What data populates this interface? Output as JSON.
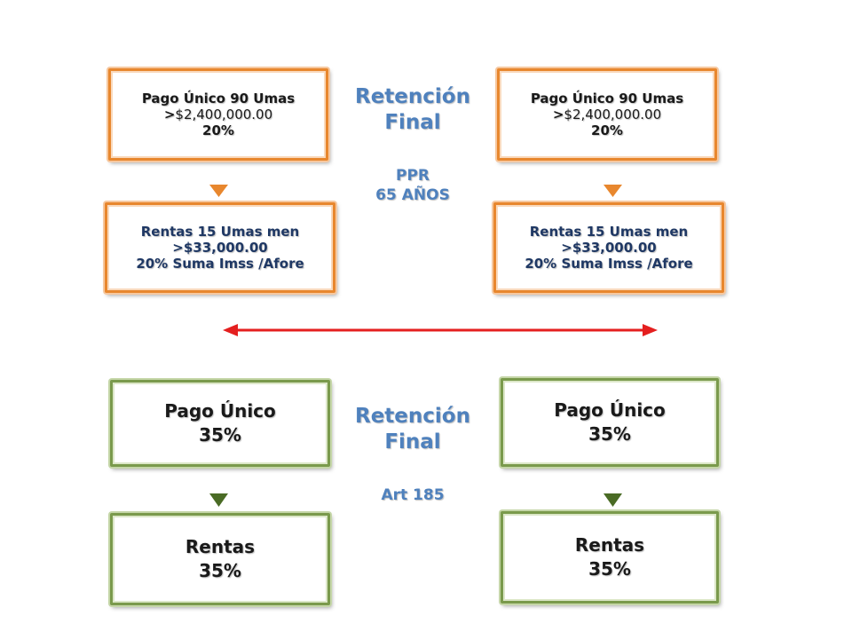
{
  "colors": {
    "orange_border": "#E8872E",
    "green_border": "#7A9A4C",
    "blue_text": "#4F81BD",
    "red_arrow": "#E41F1F",
    "dark_blue_text": "#1F3864"
  },
  "top_section": {
    "center_title_line1": "Retención",
    "center_title_line2": "Final",
    "center_sub_line1": "PPR",
    "center_sub_line2": "65 AÑOS",
    "left_top_box": {
      "line1": "Pago Único  90 Umas",
      "line2_prefix": ">",
      "line2_value": "$2,400,000.00",
      "line3": "20%"
    },
    "right_top_box": {
      "line1": "Pago Único  90 Umas",
      "line2_prefix": ">",
      "line2_value": "$2,400,000.00",
      "line3": "20%"
    },
    "left_bottom_box": {
      "line1": "Rentas 15  Umas men",
      "line2": ">$33,000.00",
      "line3": "20%   Suma Imss /Afore"
    },
    "right_bottom_box": {
      "line1": "Rentas 15  Umas men",
      "line2": ">$33,000.00",
      "line3": "20%   Suma Imss /Afore"
    }
  },
  "bottom_section": {
    "center_title_line1": "Retención",
    "center_title_line2": "Final",
    "center_sub": "Art 185",
    "left_top_box": {
      "line1": "Pago Único",
      "line2": "35%"
    },
    "right_top_box": {
      "line1": "Pago Único",
      "line2": "35%"
    },
    "left_bottom_box": {
      "line1": "Rentas",
      "line2": "35%"
    },
    "right_bottom_box": {
      "line1": "Rentas",
      "line2": "35%"
    }
  }
}
